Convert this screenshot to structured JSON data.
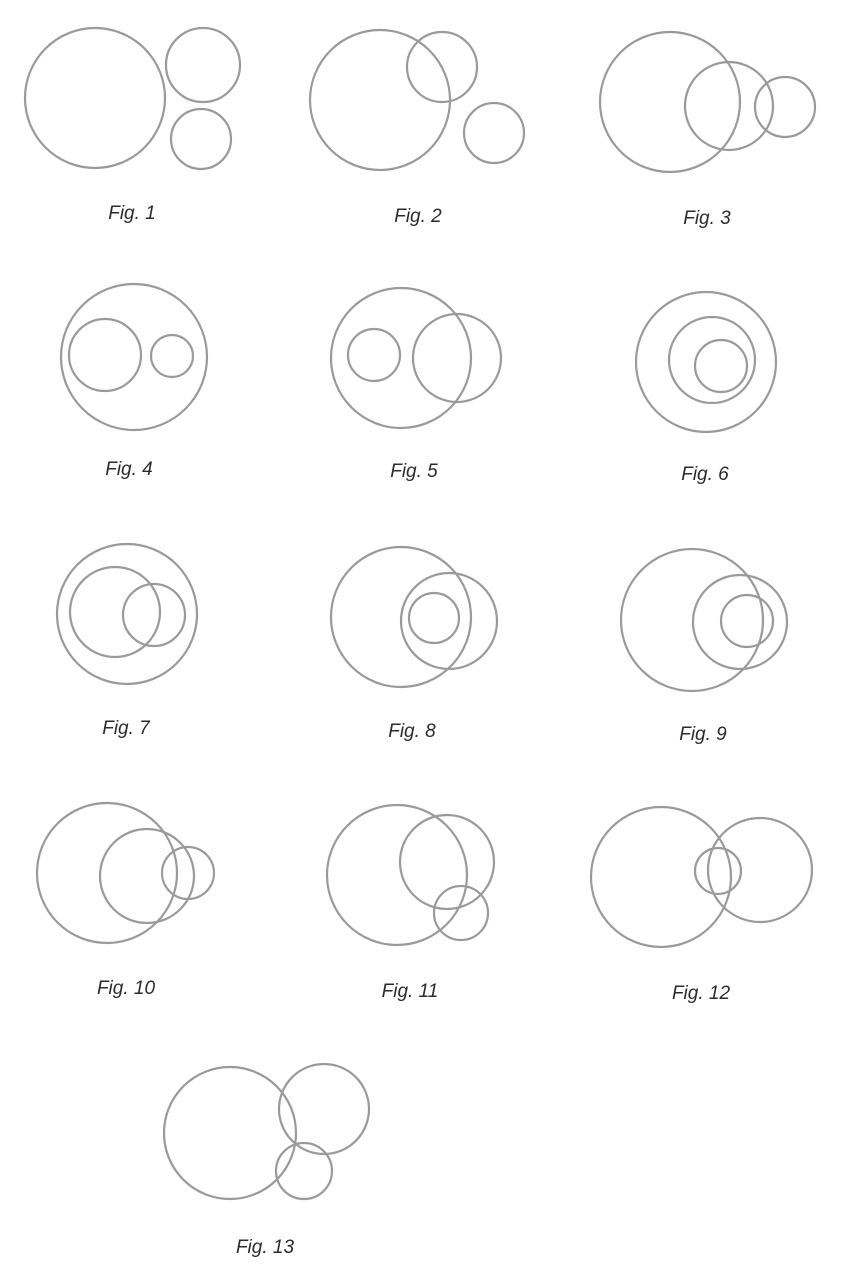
{
  "colors": {
    "background": "#ffffff",
    "circle_stroke": "#9a9a9a",
    "caption_text": "#2b2b2b"
  },
  "figures": [
    {
      "caption": "Fig. 1"
    },
    {
      "caption": "Fig. 2"
    },
    {
      "caption": "Fig. 3"
    },
    {
      "caption": "Fig. 4"
    },
    {
      "caption": "Fig. 5"
    },
    {
      "caption": "Fig. 6"
    },
    {
      "caption": "Fig. 7"
    },
    {
      "caption": "Fig. 8"
    },
    {
      "caption": "Fig. 9"
    },
    {
      "caption": "Fig. 10"
    },
    {
      "caption": "Fig. 11"
    },
    {
      "caption": "Fig. 12"
    },
    {
      "caption": "Fig. 13"
    }
  ]
}
